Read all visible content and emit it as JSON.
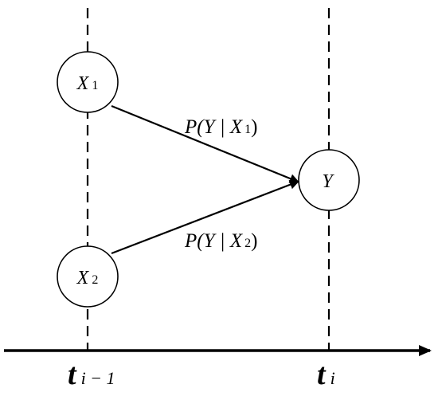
{
  "nodes": {
    "x1": {
      "var": "X",
      "sub": "1"
    },
    "x2": {
      "var": "X",
      "sub": "2"
    },
    "y": {
      "var": "Y"
    }
  },
  "edges": {
    "e1": {
      "pre": "P(Y | X",
      "sub": "1",
      "post": ")"
    },
    "e2": {
      "pre": "P(Y | X",
      "sub": "2",
      "post": ")"
    }
  },
  "axis": {
    "tick_left": {
      "main": "t",
      "sub": "i − 1"
    },
    "tick_right": {
      "main": "t",
      "sub": "i"
    }
  },
  "colors": {
    "stroke": "#000000",
    "node_fill": "#ffffff",
    "background": "#ffffff"
  }
}
